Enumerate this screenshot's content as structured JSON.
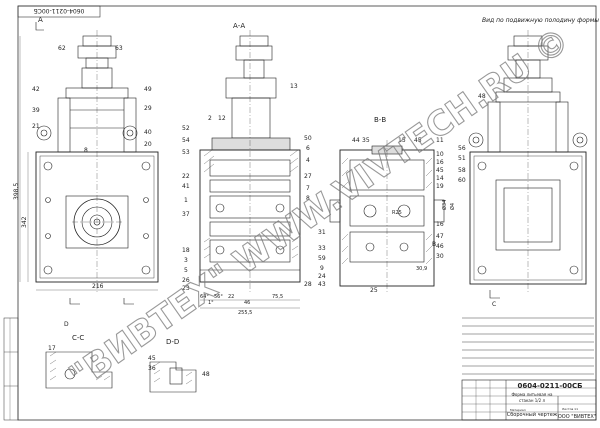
{
  "drawing": {
    "stamp_top": "0604-0211-00СБ",
    "view_note": "Вид по подвижную полодину формы",
    "doc_code": "0604-0211-00СБ",
    "title_line1": "Форма литьевая на",
    "title_line2": "стакан 1/2 л",
    "assembly": "Сборочный чертеж",
    "company": "ООО \"ВИВТЕХ\"",
    "material_label": "Материал",
    "sheets_label": "Листов 11"
  },
  "views": {
    "a": "А",
    "aa": "А-А",
    "bb": "В-В",
    "cc": "С-С",
    "dd": "D-D",
    "b_mark": "В",
    "c_mark": "С",
    "d_mark": "D"
  },
  "left_view_callouts": [
    "62",
    "63",
    "42",
    "39",
    "21",
    "49",
    "29",
    "40",
    "20",
    "8"
  ],
  "left_view_dims": [
    "216",
    "342",
    "398,5"
  ],
  "section_aa_callouts": [
    "13",
    "52",
    "54",
    "53",
    "22",
    "41",
    "1",
    "37",
    "18",
    "3",
    "5",
    "26",
    "23",
    "2",
    "12",
    "50",
    "6",
    "4",
    "27",
    "7",
    "28",
    "8"
  ],
  "section_aa_dims": [
    "64°",
    "56°",
    "22",
    "46",
    "75,5",
    "255,5",
    "1°"
  ],
  "section_bb_callouts": [
    "44",
    "35",
    "15",
    "45",
    "11",
    "10",
    "16",
    "45",
    "14",
    "19",
    "16",
    "47",
    "30",
    "31",
    "33",
    "59",
    "9",
    "24",
    "43",
    "25",
    "46"
  ],
  "section_bb_dims": [
    "R25",
    "30,9",
    "Ø34",
    "Ø4"
  ],
  "right_view_callouts": [
    "48",
    "56",
    "51",
    "58",
    "60"
  ],
  "detail_callouts": [
    "17",
    "45",
    "36",
    "48"
  ],
  "watermark": {
    "diagonal": "\"ВИВТЕХ\" WWW.VIVTECH.RU ©",
    "brand_color": "#8a8a8a"
  }
}
